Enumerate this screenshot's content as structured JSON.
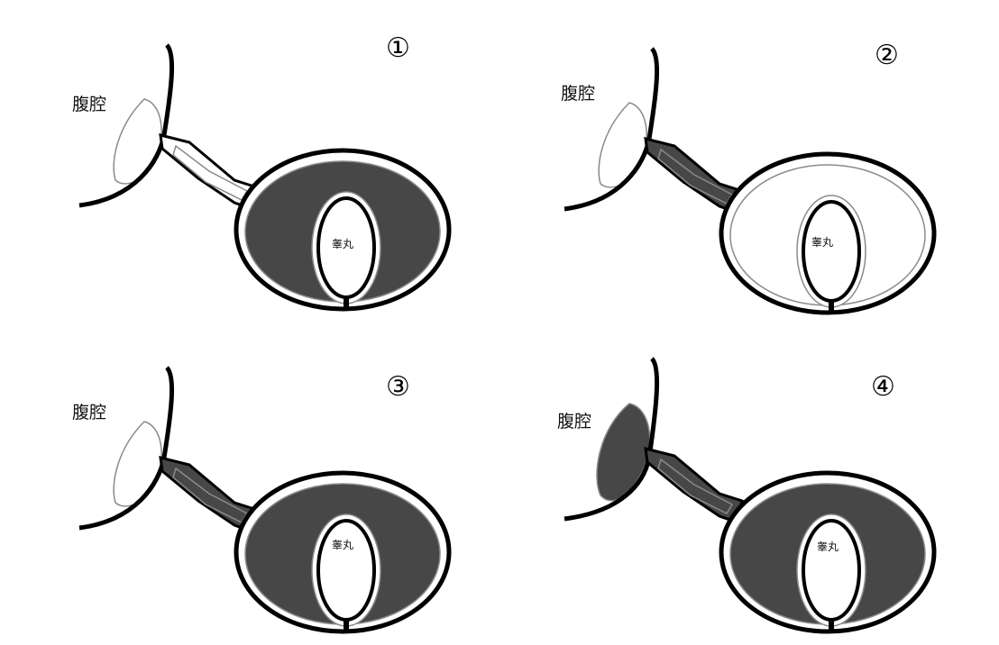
{
  "colors": {
    "fluid": "#474747",
    "line": "#000000",
    "inner_line": "#8a8a8a",
    "background": "#ffffff"
  },
  "panels": [
    {
      "id": "1",
      "number": "①",
      "cavity_label": "腹腔",
      "testis_label": "睾丸",
      "fluid": {
        "cavity": false,
        "canal": false,
        "processus": false,
        "sac": true
      }
    },
    {
      "id": "2",
      "number": "②",
      "cavity_label": "腹腔",
      "testis_label": "睾丸",
      "fluid": {
        "cavity": false,
        "canal": true,
        "processus": true,
        "sac": false
      }
    },
    {
      "id": "3",
      "number": "③",
      "cavity_label": "腹腔",
      "testis_label": "睾丸",
      "fluid": {
        "cavity": false,
        "canal": true,
        "processus": true,
        "sac": true
      }
    },
    {
      "id": "4",
      "number": "④",
      "cavity_label": "腹腔",
      "testis_label": "睾丸",
      "fluid": {
        "cavity": true,
        "canal": true,
        "processus": true,
        "sac": true
      }
    }
  ]
}
